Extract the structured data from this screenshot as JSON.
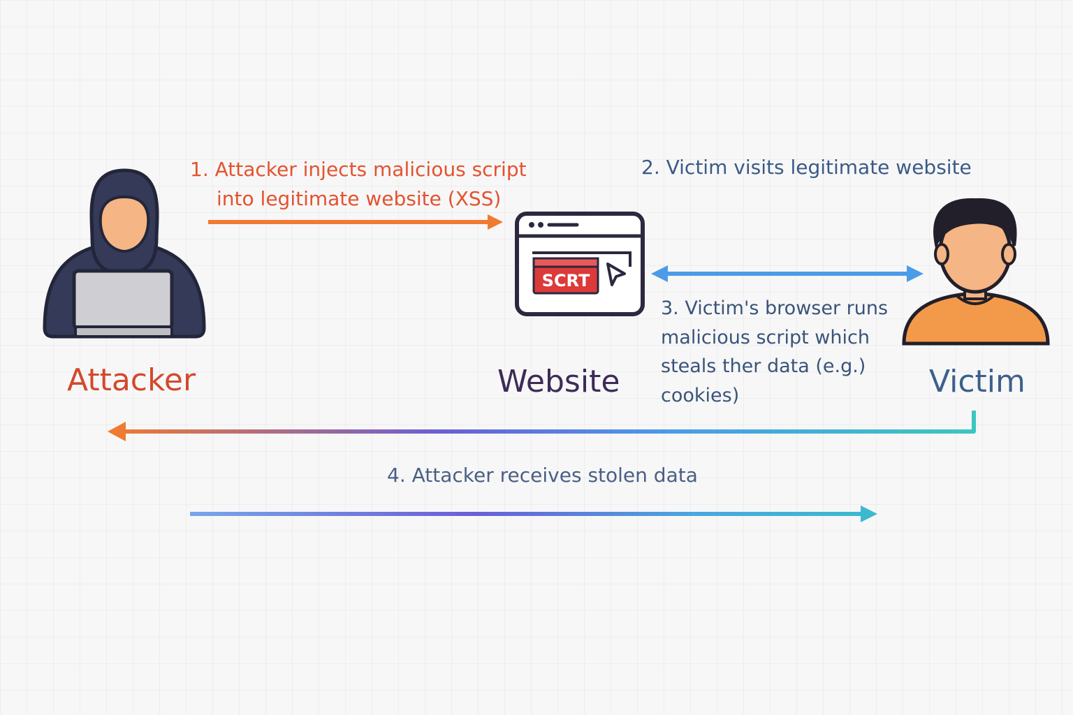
{
  "steps": {
    "step1_line1": "1. Attacker injects malicious script",
    "step1_line2": "into legitimate website (XSS)",
    "step2": "2. Victim visits legitimate website",
    "step3_line1": "3. Victim's browser runs",
    "step3_line2": "malicious script which",
    "step3_line3": "steals ther data (e.g.)",
    "step3_line4": "cookies)",
    "step4": "4. Attacker receives stolen data"
  },
  "actors": {
    "attacker": "Attacker",
    "website": "Website",
    "victim": "Victim"
  },
  "website_icon": {
    "script_badge": "SCRT"
  },
  "icons": {
    "attacker": "hooded-hacker-laptop-icon",
    "website": "browser-window-icon",
    "victim": "person-avatar-icon",
    "cursor": "cursor-arrow-icon"
  },
  "colors": {
    "attack_orange": "#f07a32",
    "link_blue": "#4a9ce8",
    "flow_purple": "#6b5fd6",
    "flow_teal": "#3cc6c0",
    "badge_red": "#dc3a3a",
    "hood_navy": "#343a57",
    "skin": "#f5b584",
    "victim_shirt": "#f39a4a",
    "outline": "#2e2740"
  }
}
